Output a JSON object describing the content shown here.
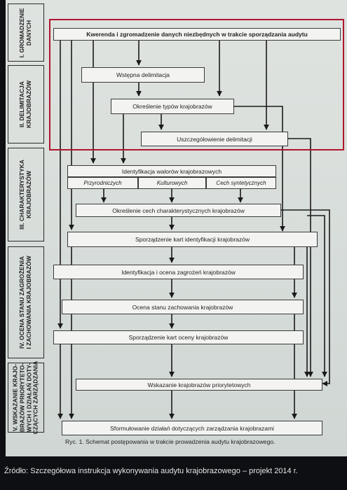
{
  "stages": [
    {
      "id": "1",
      "label": "I. GROMADZENIE\nDANYCH"
    },
    {
      "id": "2",
      "label": "II. DELIMITACJA\nKRAJOBRAZÓW"
    },
    {
      "id": "3",
      "label": "III. CHARAKTERYSTYKA\nKRAJOBRAZÓW"
    },
    {
      "id": "4",
      "label": "IV. OCENA STANU ZAGROŻENIA\nI ZACHOWANIA KRAJOBRAZÓW"
    },
    {
      "id": "5",
      "label": "V. WSKAZANIE KRAJO-\nBRAZÓW PRIORYTETO-\nWYCH I DZIAŁAŃ DOTY-\nCZĄCYCH ZARZĄDZANIA"
    }
  ],
  "nodes": {
    "kwerenda": "Kwerenda i zgromadzenie danych niezbędnych w trakcie sporządzania audytu",
    "wstepna": "Wstępna delimitacja",
    "okreslenie_typow": "Określenie typów krajobrazów",
    "uszczegolowienie": "Uszczegółowienie delimitacji",
    "identyfikacja_walorow": "Identyfikacja walorów krajobrazowych",
    "przyrodniczych": "Przyrodniczych",
    "kulturowych": "Kulturowych",
    "cech_syntetycznych": "Cech syntetycznych",
    "okreslenie_cech": "Określenie cech charakterystycznych krajobrazów",
    "karty_identyfikacji": "Sporządzenie kart identyfikacji krajobrazów",
    "identyfikacja_zagrozen": "Identyfikacja i ocena zagrożeń krajobrazów",
    "ocena_stanu": "Ocena stanu zachowania krajobrazów",
    "karty_oceny": "Sporządzenie kart oceny krajobrazów",
    "priorytetowe": "Wskazanie krajobrazów priorytetowych",
    "sformulowanie": "Sformułowanie działań dotyczących zarządzania krajobrazami"
  },
  "caption": "Ryc. 1. Schemat postępowania w trakcie prowadzenia audytu krajobrazowego.",
  "source": "Źródło: Szczegółowa instrukcja wykonywania audytu krajobrazowego – projekt  2014 r.",
  "colors": {
    "highlight": "#b0152d",
    "background": "#0d0f12",
    "slide": "#dcdfdc",
    "stroke": "#1a1a1a"
  }
}
